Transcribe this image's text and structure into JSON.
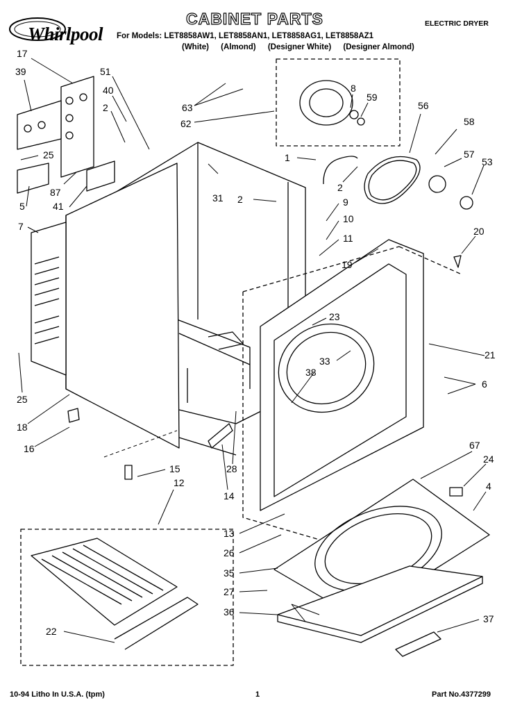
{
  "header": {
    "brand": "Whirlpool",
    "title": "CABINET PARTS",
    "document_type": "ELECTRIC DRYER",
    "models_line": "For Models: LET8858AW1, LET8858AN1, LET8858AG1, LET8858AZ1",
    "variants": [
      "(White)",
      "(Almond)",
      "(Designer White)",
      "(Designer Almond)"
    ]
  },
  "callouts": [
    "17",
    "39",
    "51",
    "40",
    "2",
    "25",
    "87",
    "5",
    "41",
    "7",
    "63",
    "62",
    "31",
    "8",
    "59",
    "56",
    "58",
    "57",
    "53",
    "1",
    "2",
    "2",
    "9",
    "10",
    "11",
    "19",
    "20",
    "25",
    "18",
    "16",
    "23",
    "33",
    "38",
    "21",
    "6",
    "15",
    "28",
    "14",
    "12",
    "67",
    "24",
    "4",
    "13",
    "26",
    "35",
    "27",
    "36",
    "22",
    "37"
  ],
  "footer": {
    "date_line": "10-94 Litho In U.S.A. (tpm)",
    "page": "1",
    "part_number": "Part No.4377299"
  }
}
